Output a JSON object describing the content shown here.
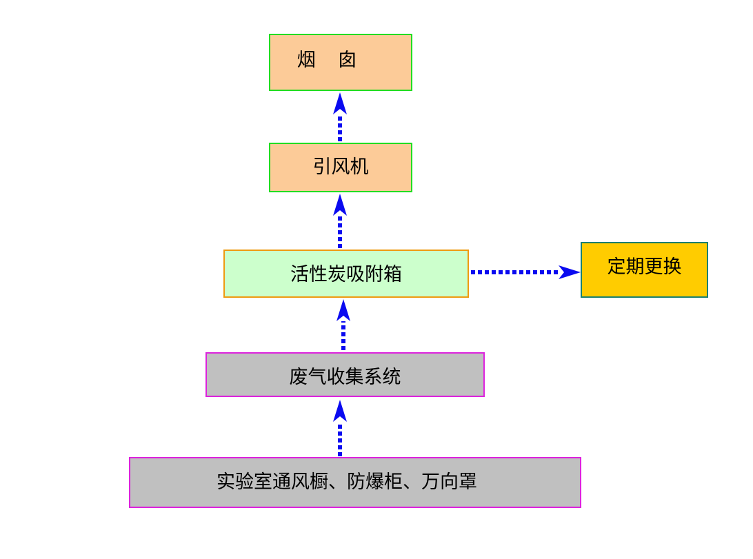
{
  "diagram": {
    "nodes": {
      "chimney": {
        "label": "烟 囱",
        "fill": "#fccb98"
      },
      "fan": {
        "label": "引风机",
        "fill": "#fccb98"
      },
      "adsorber": {
        "label": "活性炭吸附箱",
        "fill": "#ccffcc"
      },
      "replace": {
        "label": "定期更换",
        "fill": "#ffcc00"
      },
      "collection": {
        "label": "废气收集系统",
        "fill": "#c0c0c0"
      },
      "sources": {
        "label": "实验室通风橱、防爆柜、万向罩",
        "fill": "#c0c0c0"
      }
    },
    "edges": [
      {
        "from": "sources",
        "to": "collection"
      },
      {
        "from": "collection",
        "to": "adsorber"
      },
      {
        "from": "adsorber",
        "to": "fan"
      },
      {
        "from": "fan",
        "to": "chimney"
      },
      {
        "from": "adsorber",
        "to": "replace"
      }
    ],
    "edge_style": {
      "color": "#0a0af0",
      "line": "dotted"
    }
  }
}
